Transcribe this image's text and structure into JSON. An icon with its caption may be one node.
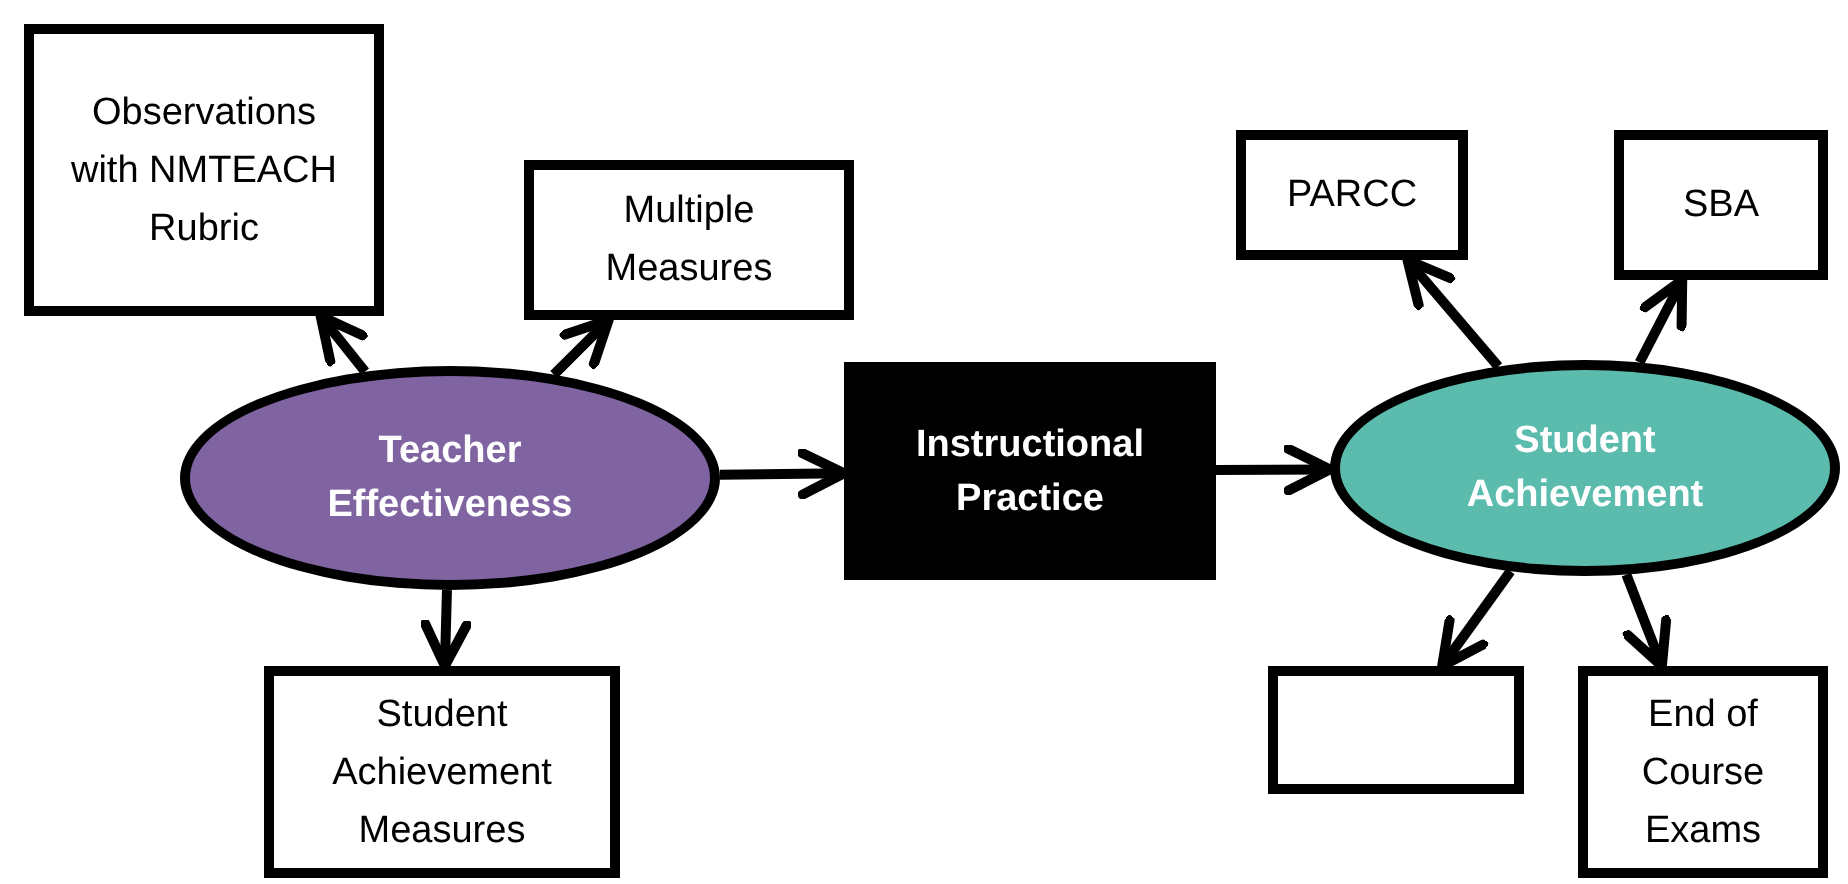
{
  "diagram": {
    "nodes": [
      {
        "text": [
          "Observations with NMTEACH Rubric"
        ]
      },
      {
        "text": [
          "Multiple Measures"
        ]
      },
      {
        "text": [
          "Teacher Effectiveness"
        ]
      },
      {
        "text": [
          "Student Achievement Measures"
        ]
      },
      {
        "text": [
          "Instructional Practice"
        ]
      },
      {
        "text": [
          "Student Achievement"
        ]
      },
      {
        "text": [
          "PARCC"
        ]
      },
      {
        "text": [
          "SBA"
        ]
      },
      {
        "text": [],
        "shape": "box"
      },
      {
        "text": [
          "End of Course Exams"
        ]
      }
    ],
    "edges": [
      {
        "from": 2,
        "to": 0,
        "arrow": "to"
      },
      {
        "from": 2,
        "to": 1,
        "arrow": "to"
      },
      {
        "from": 2,
        "to": 3,
        "arrow": "to"
      },
      {
        "from": 2,
        "to": 4,
        "arrow": "to"
      },
      {
        "from": 4,
        "to": 5,
        "arrow": "to"
      },
      {
        "from": 5,
        "to": 6,
        "arrow": "to"
      },
      {
        "from": 5,
        "to": 7,
        "arrow": "to"
      },
      {
        "from": 5,
        "to": 8,
        "arrow": "to"
      },
      {
        "from": 5,
        "to": 9,
        "arrow": "to"
      }
    ]
  }
}
